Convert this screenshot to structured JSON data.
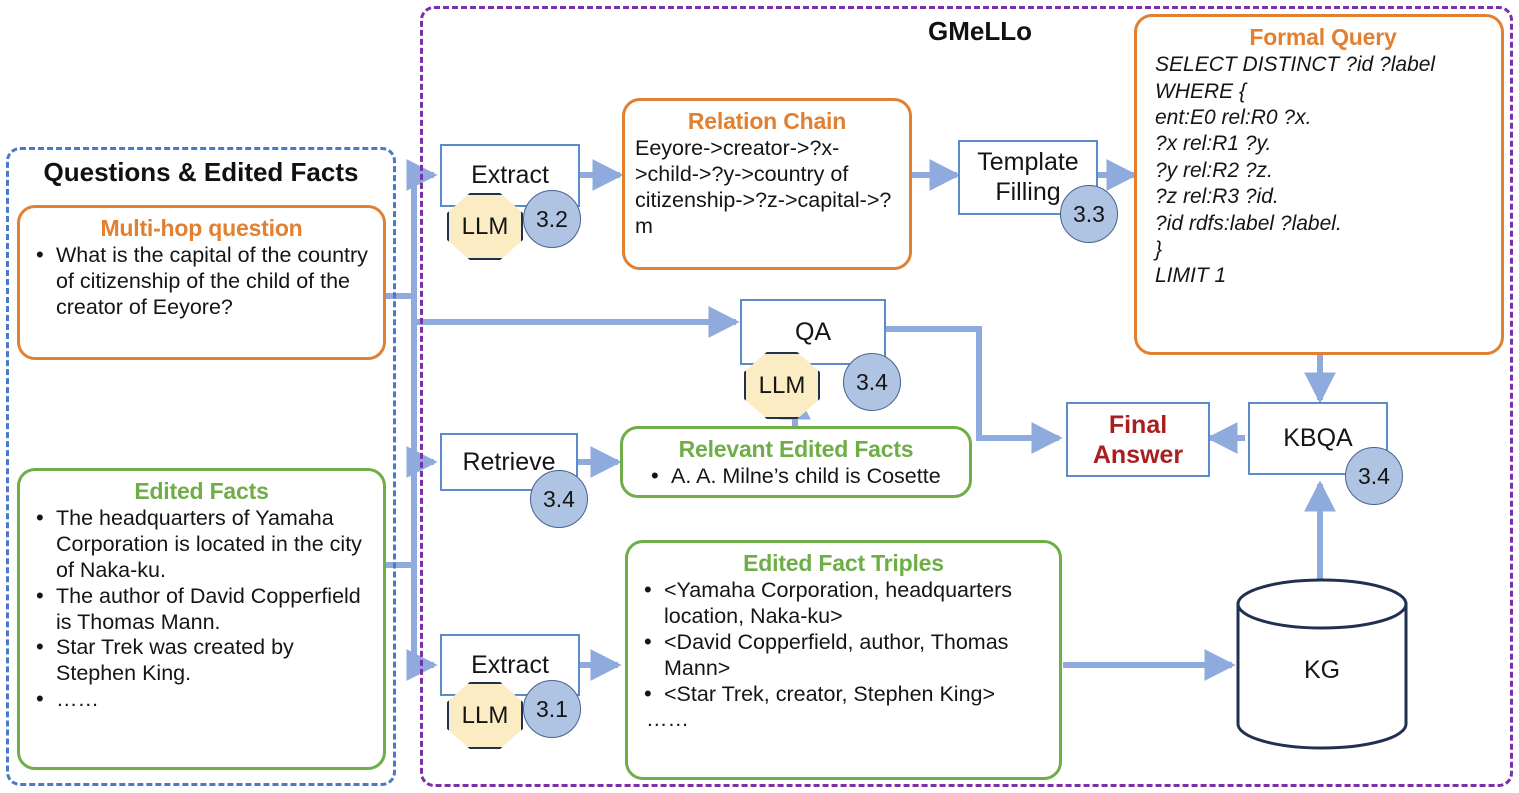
{
  "diagram": {
    "title": "GMeLLo",
    "type": "architecture-flow"
  },
  "colors": {
    "orange": "#E18030",
    "green": "#6FAE47",
    "purple_dashed": "#7B2FA8",
    "blue_dashed": "#4A79C8",
    "arrow_blue": "#8FAADC",
    "box_blue": "#5B8BC9",
    "badge_fill": "#AFC3E3",
    "llm_fill": "#FCECC3",
    "final_answer_red": "#A81F1F"
  },
  "left_panel": {
    "title": "Questions & Edited Facts",
    "question_card": {
      "title": "Multi-hop question",
      "items": [
        "What is the capital of the country of citizenship of the child of the creator of Eeyore?"
      ]
    },
    "facts_card": {
      "title": "Edited Facts",
      "items": [
        "The headquarters of Yamaha Corporation is located in the city of Naka-ku.",
        "The author of David Copperfield is Thomas Mann.",
        "Star Trek was created by Stephen King.",
        "……"
      ]
    }
  },
  "nodes": {
    "extract_relation": {
      "label": "Extract",
      "llm": "LLM",
      "step": "3.2"
    },
    "template_filling": {
      "label": "Template\nFilling",
      "line1": "Template",
      "line2": "Filling",
      "step": "3.3"
    },
    "qa": {
      "label": "QA",
      "llm": "LLM",
      "step": "3.4"
    },
    "retrieve": {
      "label": "Retrieve",
      "step": "3.4"
    },
    "extract_triples": {
      "label": "Extract",
      "llm": "LLM",
      "step": "3.1"
    },
    "kbqa": {
      "label": "KBQA",
      "step": "3.4"
    },
    "kg": {
      "label": "KG"
    },
    "final_answer": {
      "line1": "Final",
      "line2": "Answer"
    }
  },
  "relation_chain": {
    "title": "Relation Chain",
    "text": "Eeyore->creator->?x->child->?y->country of citizenship->?z->capital->?m"
  },
  "formal_query": {
    "title": "Formal Query",
    "lines": [
      "SELECT DISTINCT ?id ?label",
      "WHERE {",
      "ent:E0 rel:R0 ?x.",
      "?x rel:R1 ?y.",
      "?y rel:R2 ?z.",
      "?z rel:R3 ?id.",
      "?id rdfs:label ?label.",
      "}",
      "LIMIT 1"
    ]
  },
  "relevant_edited_facts": {
    "title": "Relevant Edited Facts",
    "items": [
      "A. A. Milne’s child is Cosette"
    ]
  },
  "edited_fact_triples": {
    "title": "Edited Fact Triples",
    "items": [
      "<Yamaha Corporation, headquarters location, Naka-ku>",
      "<David Copperfield, author, Thomas Mann>",
      "<Star Trek, creator, Stephen King>",
      "……"
    ]
  }
}
